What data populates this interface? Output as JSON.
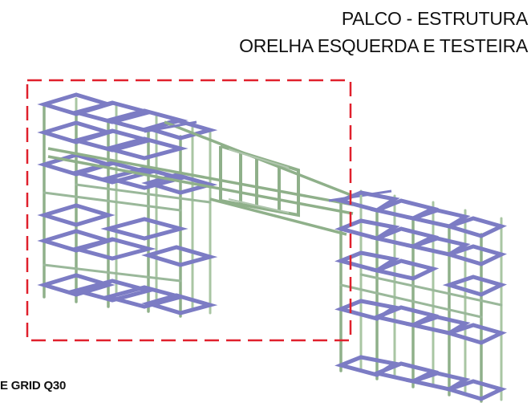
{
  "title": {
    "line1": "PALCO - ESTRUTURA",
    "line2": "ORELHA ESQUERDA E TESTEIRA"
  },
  "caption": "E GRID Q30",
  "colors": {
    "highlight_box": "#e0202c",
    "frame_blue": "#7f7fc8",
    "frame_green": "#9fbf9f",
    "text": "#111111",
    "background": "#ffffff"
  }
}
